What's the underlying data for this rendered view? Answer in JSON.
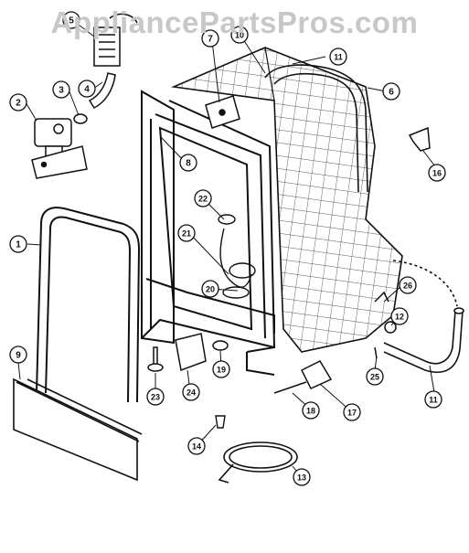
{
  "watermark": "AppliancePartsPros.com",
  "callouts": [
    {
      "label": "1"
    },
    {
      "label": "2"
    },
    {
      "label": "3"
    },
    {
      "label": "4"
    },
    {
      "label": "5"
    },
    {
      "label": "6"
    },
    {
      "label": "7"
    },
    {
      "label": "8"
    },
    {
      "label": "9"
    },
    {
      "label": "10"
    },
    {
      "label": "11"
    },
    {
      "label": "11"
    },
    {
      "label": "12"
    },
    {
      "label": "13"
    },
    {
      "label": "14"
    },
    {
      "label": "16"
    },
    {
      "label": "17"
    },
    {
      "label": "18"
    },
    {
      "label": "19"
    },
    {
      "label": "20"
    },
    {
      "label": "21"
    },
    {
      "label": "22"
    },
    {
      "label": "23"
    },
    {
      "label": "24"
    },
    {
      "label": "25"
    },
    {
      "label": "26"
    }
  ]
}
